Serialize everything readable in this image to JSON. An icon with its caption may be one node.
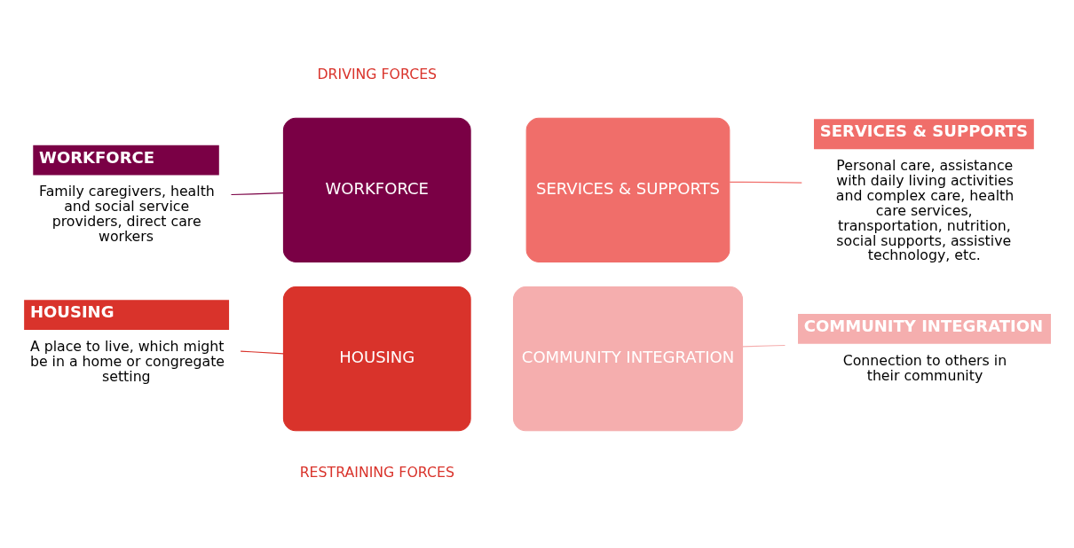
{
  "diagram": {
    "nodes": [
      {
        "text": [
          "WORKFORCE"
        ],
        "beside": [
          "Family caregivers, health and social service providers, direct care workers"
        ]
      },
      {
        "text": [
          "SERVICES & SUPPORTS"
        ],
        "beside": [
          "Personal care, assistance with daily living activities and complex care, health care services, transportation, nutrition, social supports, assistive technology, etc."
        ]
      },
      {
        "text": [
          "HOUSING"
        ],
        "beside": [
          "A place to live, which might be in a home or congregate setting"
        ]
      },
      {
        "text": [
          "COMMUNITY INTEGRATION"
        ],
        "beside": [
          "Connection to others in their community"
        ]
      },
      {
        "text": [
          "WORKFORCE"
        ]
      },
      {
        "text": [
          "SERVICES & SUPPORTS"
        ]
      },
      {
        "text": [
          "HOUSING"
        ]
      },
      {
        "text": [
          "COMMUNITY INTEGRATION"
        ]
      }
    ],
    "edges": [
      {
        "from": 0,
        "to": 4,
        "arrow": "none",
        "color": "#7a0045"
      },
      {
        "from": 1,
        "to": 5,
        "arrow": "none",
        "color": "#f06e6a"
      },
      {
        "from": 2,
        "to": 6,
        "arrow": "none",
        "color": "#d9332b"
      },
      {
        "from": 3,
        "to": 7,
        "arrow": "none",
        "color": "#f5aeae"
      }
    ],
    "labels": [
      "DRIVING FORCES",
      "RESTRAINING FORCES"
    ]
  }
}
